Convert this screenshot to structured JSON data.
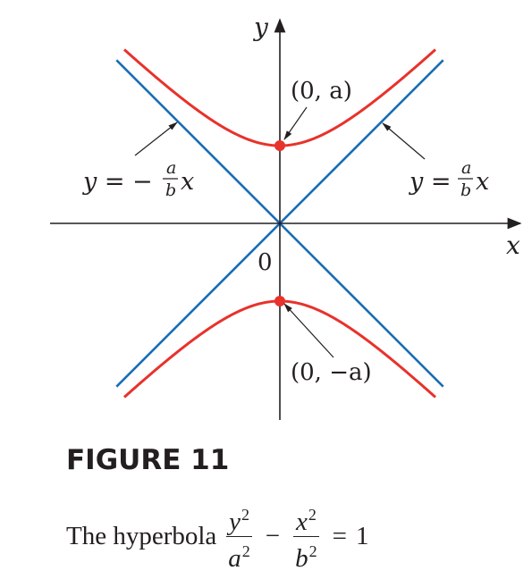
{
  "figure": {
    "title": "FIGURE 11",
    "caption_prefix": "The hyperbola",
    "equation": {
      "term1_num": "y",
      "term1_den": "a",
      "term2_num": "x",
      "term2_den": "b",
      "exponent": "2",
      "minus": "−",
      "equals": "=",
      "rhs": "1"
    }
  },
  "axes": {
    "x_label": "x",
    "y_label": "y",
    "origin_label": "0"
  },
  "annotations": {
    "top_vertex": "(0, a)",
    "bottom_vertex": "(0, −a)",
    "asymptote_left": {
      "lhs": "y = −",
      "num": "a",
      "den": "b",
      "var": "x"
    },
    "asymptote_right": {
      "lhs": "y =",
      "num": "a",
      "den": "b",
      "var": "x"
    }
  },
  "colors": {
    "hyperbola": "#e8322b",
    "asymptote": "#1a6db5",
    "axis": "#231f20",
    "vertex": "#e8322b"
  },
  "diagram": {
    "a": 1,
    "b": 1,
    "x_range": [
      -2.2,
      2.2
    ],
    "y_range": [
      -2.2,
      2.2
    ]
  }
}
